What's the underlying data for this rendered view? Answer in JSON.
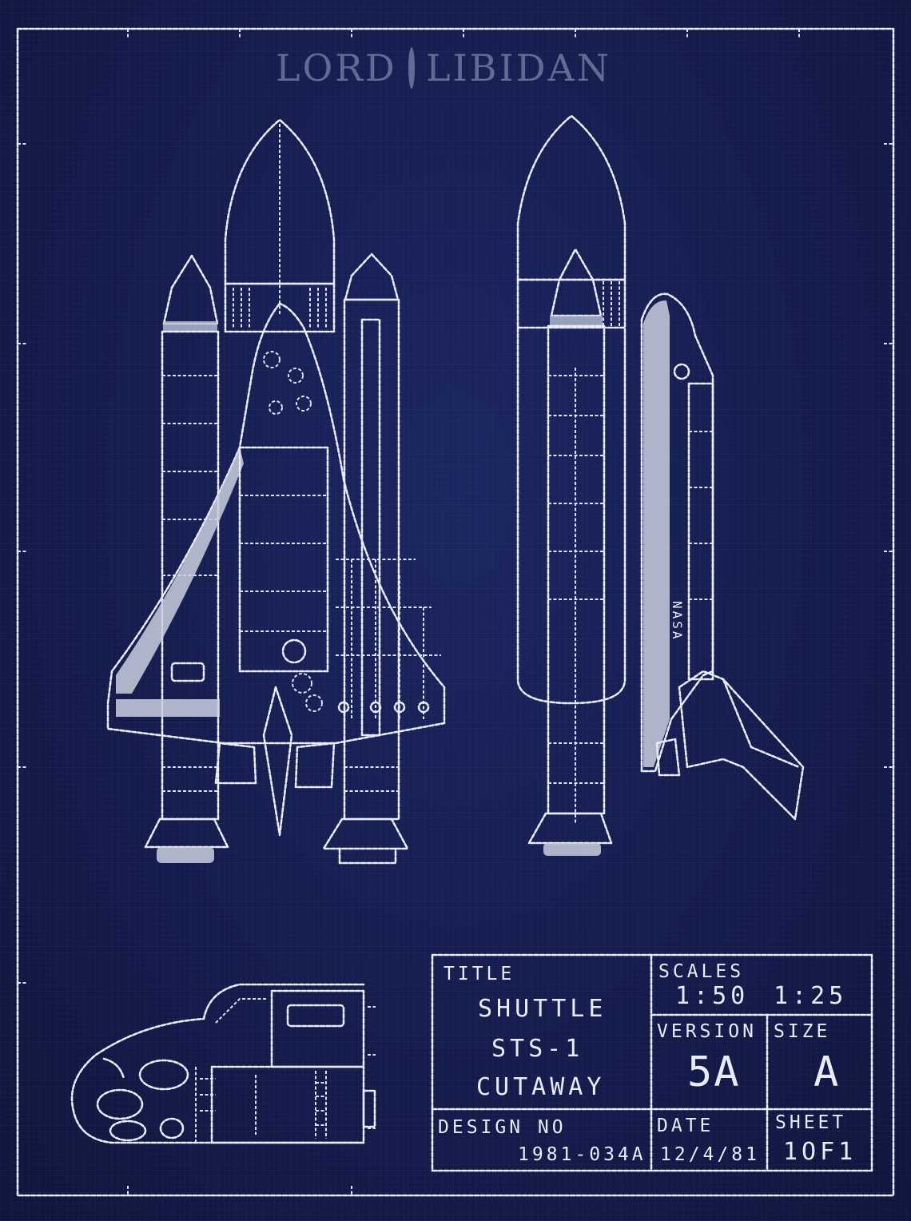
{
  "watermark": {
    "left_word": "LORD",
    "right_word": "LIBIDAN"
  },
  "nasa_label": "NASA",
  "title_block": {
    "title_label": "TITLE",
    "title_lines": [
      "SHUTTLE",
      "STS-1",
      "CUTAWAY"
    ],
    "scales_label": "SCALES",
    "scale_1": "1:50",
    "scale_2": "1:25",
    "version_label": "VERSION",
    "version_value": "5A",
    "size_label": "SIZE",
    "size_value": "A",
    "design_no_label": "DESIGN NO",
    "design_no_value": "1981-034A",
    "date_label": "DATE",
    "date_value": "12/4/81",
    "sheet_label": "SHEET",
    "sheet_value": "1OF1"
  },
  "colors": {
    "background": "#141c4a",
    "thread": "#e9ecf5"
  }
}
